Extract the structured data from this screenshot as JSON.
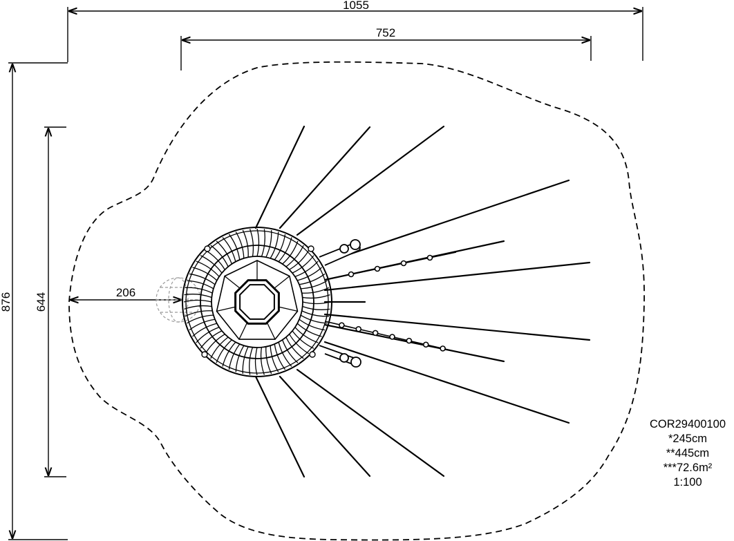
{
  "dimensions": {
    "overall_width": "1055",
    "structure_width": "752",
    "overall_height": "876",
    "structure_height": "644",
    "offset": "206"
  },
  "legend": {
    "product_code": "COR29400100",
    "height_1": "*245cm",
    "height_2": "**445cm",
    "area": "***72.6m²",
    "scale": "1:100"
  }
}
